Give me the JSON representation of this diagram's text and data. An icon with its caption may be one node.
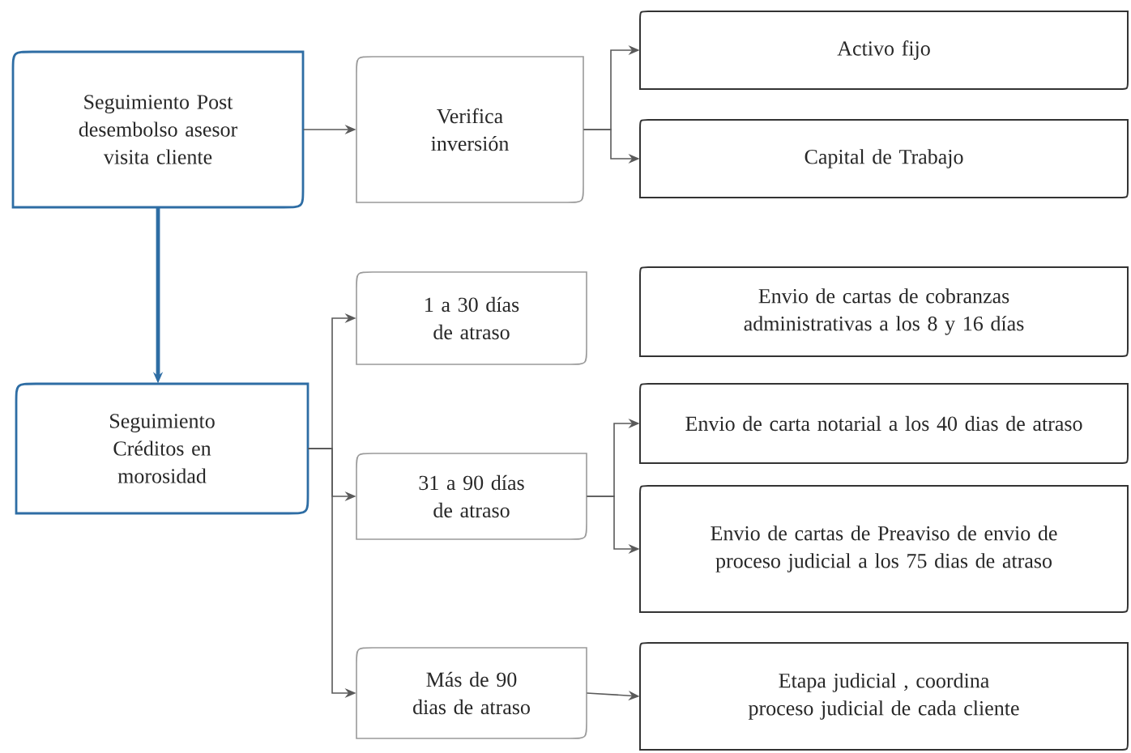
{
  "diagram": {
    "nodes": [
      {
        "text": [
          "Seguimiento Post desembolso asesor visita cliente"
        ]
      },
      {
        "text": [
          "Verifica inversión"
        ]
      },
      {
        "text": [
          "Activo fijo"
        ]
      },
      {
        "text": [
          "Capital de Trabajo"
        ]
      },
      {
        "text": [
          "Seguimiento Créditos en morosidad"
        ]
      },
      {
        "text": [
          "1 a 30 días de atraso"
        ]
      },
      {
        "text": [
          "Envio de cartas de cobranzas administrativas a los 8 y 16 días"
        ]
      },
      {
        "text": [
          "31 a 90 días de atraso"
        ]
      },
      {
        "text": [
          "Envio de carta notarial a los 40 dias de atraso"
        ]
      },
      {
        "text": [
          "Envio de cartas de Preaviso de envio de proceso judicial a los 75 dias de atraso"
        ]
      },
      {
        "text": [
          "Más de 90 dias de atraso"
        ]
      },
      {
        "text": [
          "Etapa judicial , coordina proceso judicial de cada cliente"
        ]
      }
    ],
    "edges": [
      {
        "from": 0,
        "to": 1,
        "arrow": "to"
      },
      {
        "from": 1,
        "to": 2,
        "arrow": "to"
      },
      {
        "from": 1,
        "to": 3,
        "arrow": "to"
      },
      {
        "from": 0,
        "to": 4,
        "arrow": "to",
        "style": "thick",
        "color": "#2e6da4"
      },
      {
        "from": 4,
        "to": 5,
        "arrow": "to"
      },
      {
        "from": 4,
        "to": 7,
        "arrow": "to"
      },
      {
        "from": 4,
        "to": 10,
        "arrow": "to"
      },
      {
        "from": 7,
        "to": 8,
        "arrow": "to"
      },
      {
        "from": 7,
        "to": 9,
        "arrow": "to"
      },
      {
        "from": 10,
        "to": 11,
        "arrow": "to"
      }
    ]
  }
}
